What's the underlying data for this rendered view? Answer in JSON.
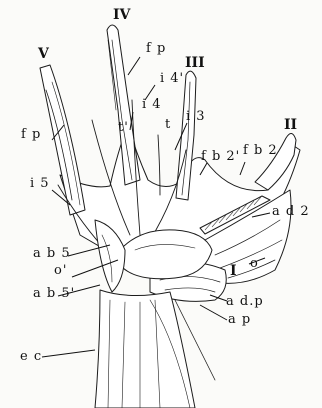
{
  "labels": {
    "IV": "IV",
    "III": "III",
    "V": "V",
    "II": "II",
    "I": "I",
    "fp_top": "f p",
    "fp_left": "f p",
    "i4prime": "i 4'",
    "i4": "i 4",
    "tprime": "t'",
    "t": "t",
    "i3": "i 3",
    "fb2prime": "f b 2'",
    "fb2": "f b 2",
    "i5": "i 5",
    "ad2": "a d 2",
    "ab5": "a b 5",
    "oprime": "o'",
    "o": "o",
    "ab5prime": "a b 5'",
    "adp": "a d.p",
    "ap": "a p",
    "ec": "e c"
  }
}
